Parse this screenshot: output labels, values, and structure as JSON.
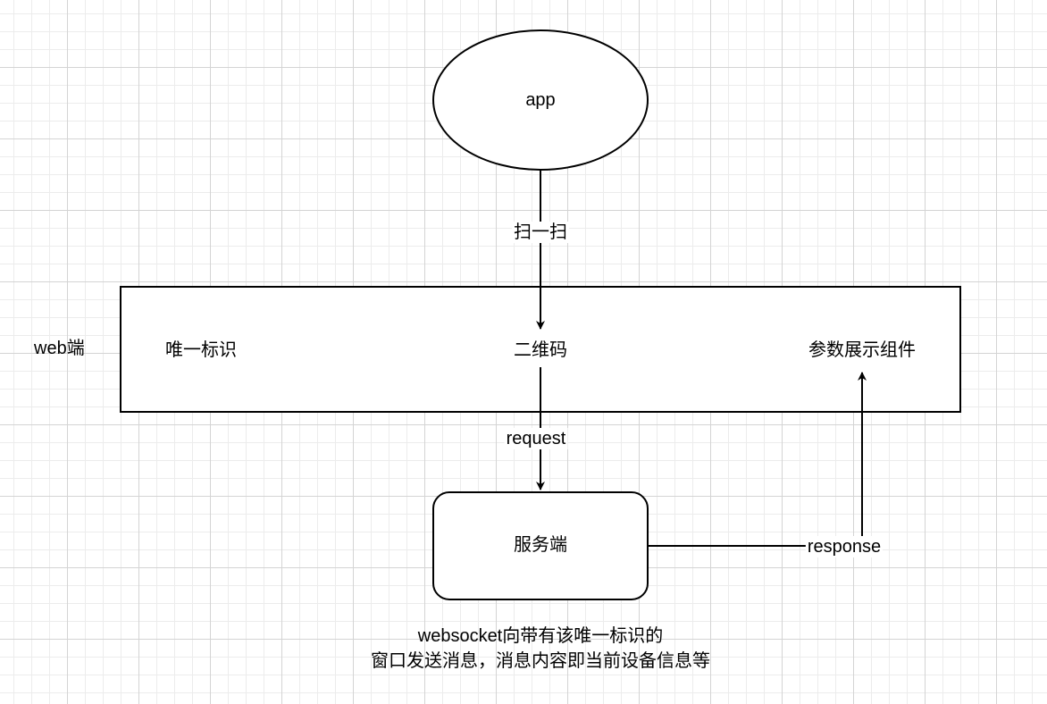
{
  "nodes": {
    "app": "app",
    "web_side": "web端",
    "unique_id": "唯一标识",
    "qr_code": "二维码",
    "param_display": "参数展示组件",
    "server": "服务端"
  },
  "edges": {
    "scan": "扫一扫",
    "request": "request",
    "response": "response"
  },
  "note": {
    "line1": "websocket向带有该唯一标识的",
    "line2": "窗口发送消息，消息内容即当前设备信息等"
  },
  "colors": {
    "stroke": "#000000",
    "grid": "#d4d4d4",
    "background": "#ffffff"
  }
}
